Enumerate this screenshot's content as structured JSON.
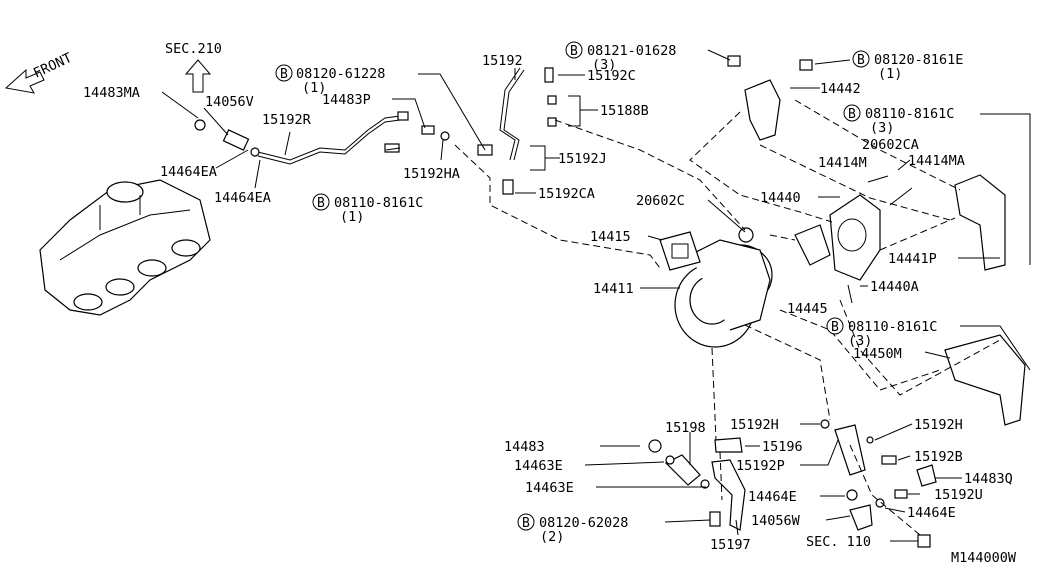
{
  "diagram": {
    "front_label": "FRONT",
    "sec210": "SEC.210",
    "sec110": "SEC. 110",
    "figure_id": "M144000W",
    "bolt_symbol": "B",
    "labels": {
      "p14483MA": "14483MA",
      "p14056V": "14056V",
      "p15192R": "15192R",
      "p14464EA_1": "14464EA",
      "p14464EA_2": "14464EA",
      "b08120_61228": "08120-61228",
      "q1_a": "(1)",
      "p14483P": "14483P",
      "b08110_8161C_1": "08110-8161C",
      "q1_b": "(1)",
      "p15192HA": "15192HA",
      "p15192": "15192",
      "p15192C": "15192C",
      "p15188B": "15188B",
      "p15192J": "15192J",
      "p15192CA": "15192CA",
      "b08121_01628": "08121-01628",
      "q3_a": "(3)",
      "b08120_8161E": "08120-8161E",
      "q1_c": "(1)",
      "p14442": "14442",
      "b08110_8161C_2": "08110-8161C",
      "q3_b": "(3)",
      "p20602CA": "20602CA",
      "p14414M": "14414M",
      "p14414MA": "14414MA",
      "p14440": "14440",
      "p20602C": "20602C",
      "p14415": "14415",
      "p14441P": "14441P",
      "p14411": "14411",
      "p14440A": "14440A",
      "p14445": "14445",
      "b08110_8161C_3": "08110-8161C",
      "q3_c": "(3)",
      "p14450M": "14450M",
      "p15192H_1": "15192H",
      "p15192H_2": "15192H",
      "p15198": "15198",
      "p14483": "14483",
      "p15196": "15196",
      "p14463E_1": "14463E",
      "p15192P": "15192P",
      "p15192B": "15192B",
      "p14483Q": "14483Q",
      "p14463E_2": "14463E",
      "p14464E_1": "14464E",
      "p15192U": "15192U",
      "b08120_62028": "08120-62028",
      "q2": "(2)",
      "p14056W": "14056W",
      "p14464E_2": "14464E",
      "p15197": "15197"
    }
  }
}
